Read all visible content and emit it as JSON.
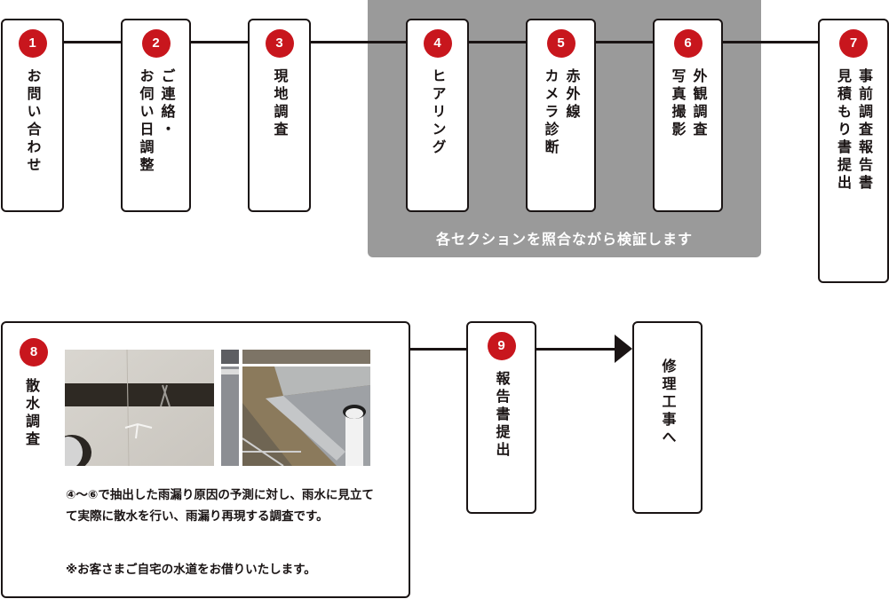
{
  "accent_color": "#c8161d",
  "panel_color": "#9a9a9a",
  "panel": {
    "caption": "各セクションを照合ながら検証します",
    "grouped_steps": [
      4,
      5,
      6
    ]
  },
  "steps": [
    {
      "number": "1",
      "lines": [
        "お問い合わせ"
      ]
    },
    {
      "number": "2",
      "lines": [
        "ご連絡・",
        "お伺い日調整"
      ]
    },
    {
      "number": "3",
      "lines": [
        "現地調査"
      ]
    },
    {
      "number": "4",
      "lines": [
        "ヒアリング"
      ]
    },
    {
      "number": "5",
      "lines": [
        "赤外線",
        "カメラ診断"
      ]
    },
    {
      "number": "6",
      "lines": [
        "外観調査",
        "写真撮影"
      ]
    },
    {
      "number": "7",
      "lines": [
        "事前調査報告書",
        "見積もり書提出"
      ]
    },
    {
      "number": "8",
      "lines": [
        "散水調査"
      ],
      "description": "④〜⑥で抽出した雨漏り原因の予測に対し、雨水に見立てて実際に散水を行い、雨漏り再現する調査です。",
      "note": "※お客さまご自宅の水道をお借りいたします。",
      "photos": [
        "wall-water-spray-photo",
        "gutter-water-spray-photo"
      ]
    },
    {
      "number": "9",
      "lines": [
        "報告書提出"
      ]
    }
  ],
  "final": {
    "lines": [
      "修理工事へ"
    ]
  }
}
